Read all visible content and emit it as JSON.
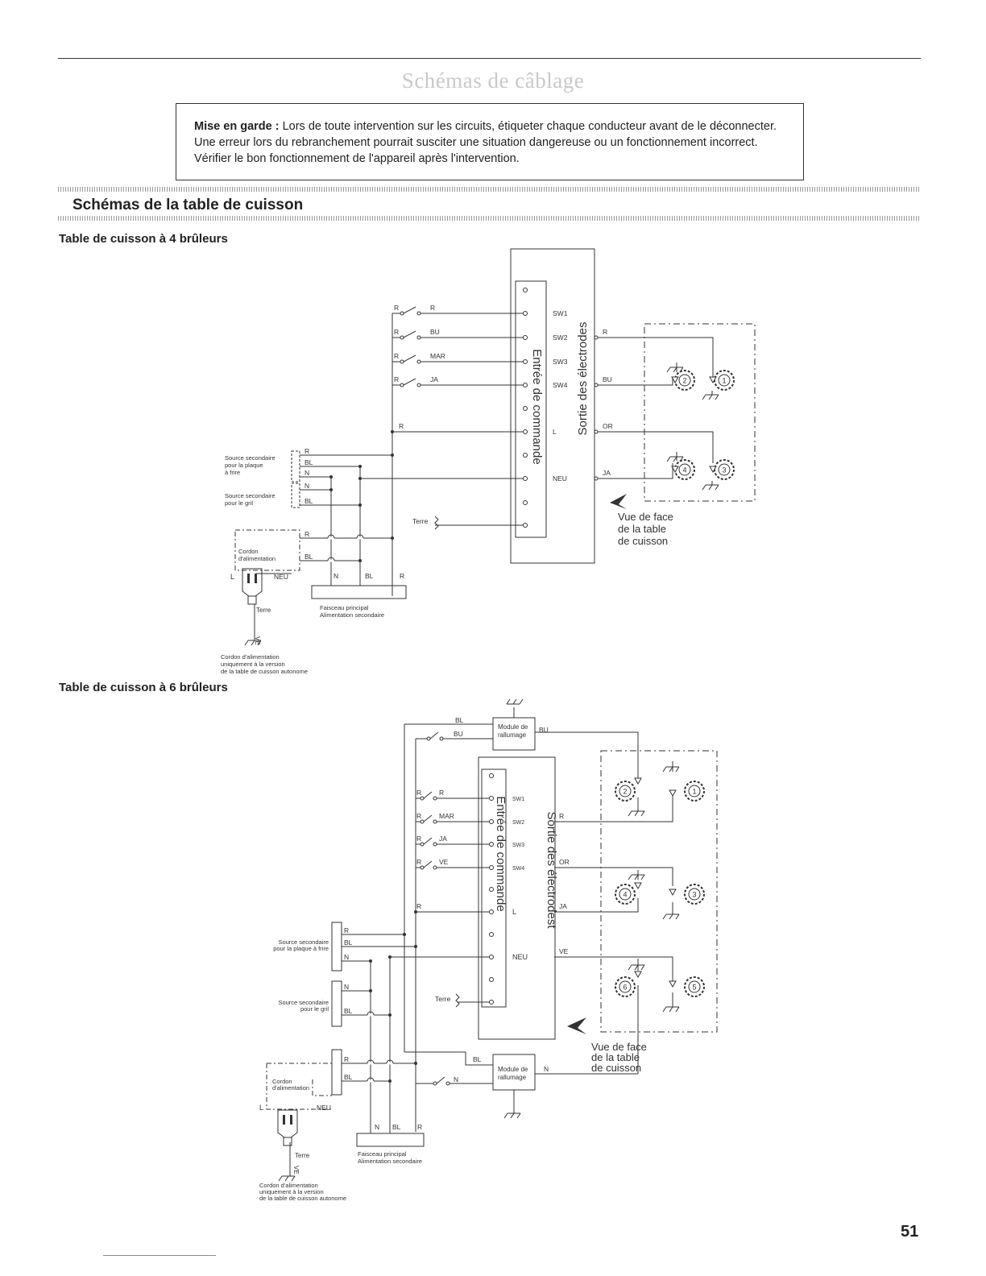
{
  "page": {
    "title": "Schémas de câblage",
    "caution_label": "Mise en garde :",
    "caution_line1": " Lors de toute intervention sur les circuits, étiqueter chaque conducteur avant de le déconnecter.",
    "caution_line2": "Une erreur lors du rebranchement pourrait susciter une situation dangereuse ou un fonctionnement incorrect.",
    "caution_line3": "Vérifier le bon fonctionnement de l'appareil après l'intervention.",
    "section_title": "Schémas de la table de cuisson",
    "page_number": "51"
  },
  "diagram4": {
    "title": "Table de cuisson à 4 brûleurs",
    "input_label": "Entrée de commande",
    "output_label": "Sortie des électrodes",
    "terminals": [
      "SW1",
      "SW2",
      "SW3",
      "SW4",
      "L",
      "NEU"
    ],
    "switch_left": [
      "R",
      "R",
      "R",
      "R"
    ],
    "switch_right": [
      "R",
      "BU",
      "MAR",
      "JA"
    ],
    "l_wire": "R",
    "out_wires": [
      "R",
      "BU",
      "OR",
      "JA"
    ],
    "burners": [
      "2",
      "1",
      "4",
      "3"
    ],
    "terre": "Terre",
    "source_griddle": [
      "Source secondaire",
      "pour la plaque",
      "à frire"
    ],
    "source_grill": [
      "Source secondaire",
      "pour le gril"
    ],
    "griddle_wires": [
      "R",
      "BL",
      "N"
    ],
    "grill_wires": [
      "N",
      "BL"
    ],
    "cord_wires": [
      "R",
      "BL"
    ],
    "cord_label": [
      "Cordon",
      "d'alimentation"
    ],
    "plug_l": "L",
    "plug_neu": "NEU",
    "plug_terre": "Terre",
    "ve": "VE",
    "harness_wires": [
      "N",
      "BL",
      "R"
    ],
    "harness_label": [
      "Faisceau principal",
      "Alimentation secondaire"
    ],
    "cord_note": [
      "Cordon d'alimentation",
      "uniquement à la version",
      "de la table de cuisson autonome"
    ],
    "front_view": [
      "Vue de face",
      "de la table",
      "de cuisson"
    ]
  },
  "diagram6": {
    "title": "Table de cuisson à 6 brûleurs",
    "input_label": "Entrée de commande",
    "output_label": "Sortie des électrodest",
    "terminals": [
      "SW1",
      "SW2",
      "SW3",
      "SW4",
      "L",
      "NEU"
    ],
    "switch_left": [
      "R",
      "R",
      "R",
      "R"
    ],
    "switch_right": [
      "R",
      "MAR",
      "JA",
      "VE"
    ],
    "l_wire": "R",
    "top_wires": [
      "BL",
      "BU"
    ],
    "module_label": [
      "Module de",
      "rallumage"
    ],
    "module_bu": "BU",
    "out_wires": [
      "R",
      "OR",
      "JA",
      "VE"
    ],
    "burners": [
      "2",
      "1",
      "4",
      "3",
      "6",
      "5"
    ],
    "terre": "Terre",
    "source_griddle": [
      "Source secondaire",
      "pour la plaque à frire"
    ],
    "source_grill": [
      "Source secondaire",
      "pour le gril"
    ],
    "griddle_wires": [
      "R",
      "BL",
      "N"
    ],
    "grill_wires": [
      "N",
      "BL"
    ],
    "cord_wires": [
      "R",
      "BL"
    ],
    "cord_label": [
      "Cordon",
      "d'alimentation"
    ],
    "plug_l": "L",
    "plug_neu": "NEU",
    "plug_terre": "Terre",
    "ve": "VE",
    "harness_wires": [
      "N",
      "BL",
      "R"
    ],
    "harness_label": [
      "Faisceau principal",
      "Alimentation secondaire"
    ],
    "cord_note": [
      "Cordon d'alimentation",
      "uniquement à la version",
      "de la table de cuisson autonome"
    ],
    "bottom_module_wires": [
      "BL",
      "N",
      "N"
    ],
    "front_view": [
      "Vue de face",
      "de la table",
      "de cuisson"
    ]
  }
}
